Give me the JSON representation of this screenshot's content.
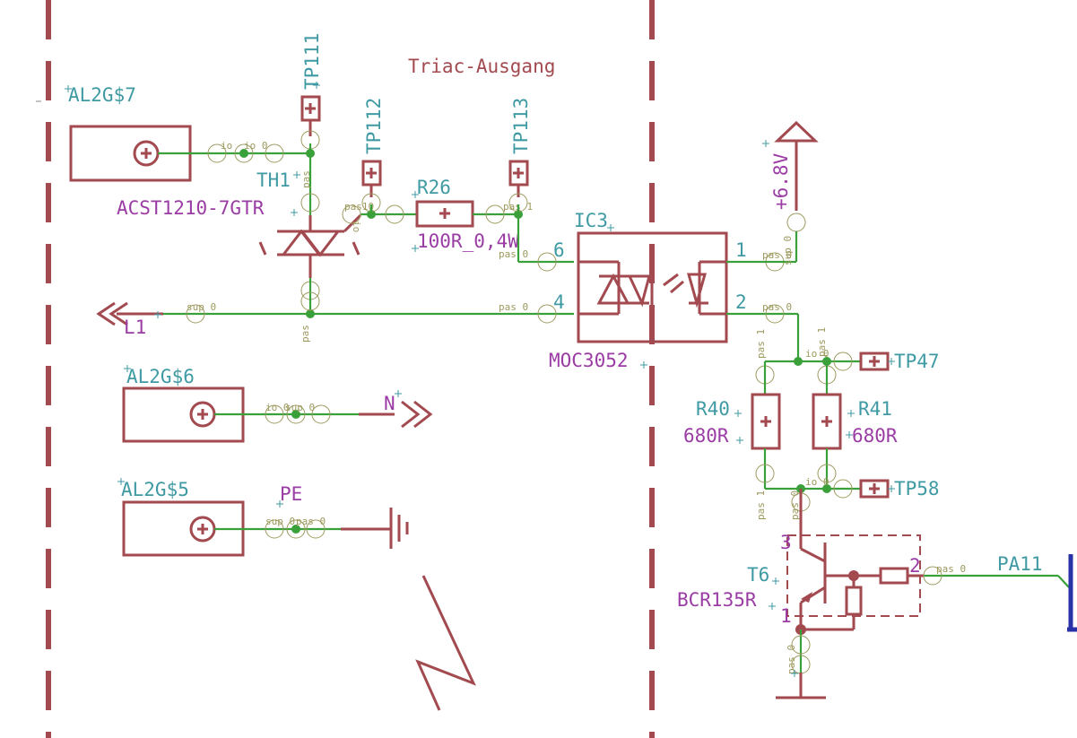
{
  "schematic": {
    "title": "Triac-Ausgang",
    "terminals": {
      "al7": "AL2G$7",
      "al6": "AL2G$6",
      "al5": "AL2G$5"
    },
    "testpoints": {
      "tp111": "TP111",
      "tp112": "TP112",
      "tp113": "TP113",
      "tp47": "TP47",
      "tp58": "TP58"
    },
    "triac": {
      "name": "TH1",
      "value": "ACST1210-7GTR"
    },
    "r26": {
      "name": "R26",
      "value": "100R_0,4W"
    },
    "ic3": {
      "name": "IC3",
      "value": "MOC3052",
      "pin1": "1",
      "pin2": "2",
      "pin4": "4",
      "pin6": "6"
    },
    "supply": "+6.8V",
    "r40": {
      "name": "R40",
      "value": "680R"
    },
    "r41": {
      "name": "R41",
      "value": "680R"
    },
    "t6": {
      "name": "T6",
      "value": "BCR135R",
      "pin1": "1",
      "pin2": "2",
      "pin3": "3"
    },
    "nets": {
      "l1": "L1",
      "n": "N",
      "pe": "PE",
      "pa11": "PA11"
    },
    "pin_labels": {
      "io": "io",
      "pas": "pas",
      "pas0": "pas 0",
      "pas1": "pas 1",
      "sup0": "sup 0",
      "io0": "io 0",
      "pas10": "pas10"
    }
  }
}
